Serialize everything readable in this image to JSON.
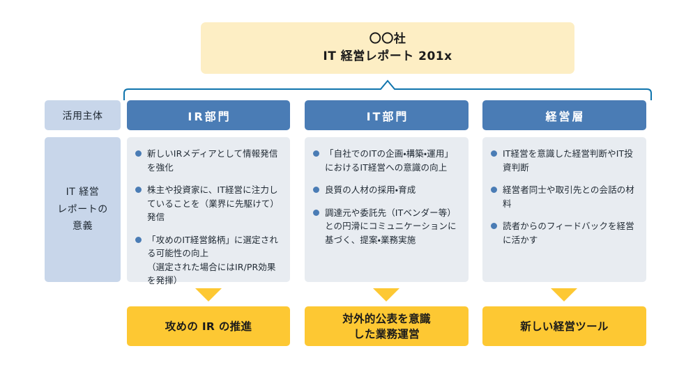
{
  "title": {
    "line1": "〇〇社",
    "line2": "IT 経営レポート 201x"
  },
  "row_labels": {
    "header": "活用主体",
    "body": "IT 経営\nレポートの\n意義"
  },
  "columns": [
    {
      "header": "IR部門",
      "bullets": [
        "新しいIRメディアとして情報発信を強化",
        "株主や投資家に、IT経営に注力していることを（業界に先駆けて）発信",
        "「攻めのIT経営銘柄」に選定される可能性の向上\n（選定された場合にはIR/PR効果を発揮）"
      ],
      "result": "攻めの IR の推進"
    },
    {
      "header": "IT部門",
      "bullets": [
        "「自社でのITの企画・構築・運用」におけるIT経営への意識の向上",
        "良質の人材の採用・育成",
        "調達元や委託先（ITベンダー等）との円滑にコミュニケーションに基づく、提案・業務実施"
      ],
      "result": "対外的公表を意識\nした業務運営"
    },
    {
      "header": "経営層",
      "bullets": [
        "IT経営を意識した経営判断やIT投資判断",
        "経営者同士や取引先との会話の材料",
        "読者からのフィードバックを経営に活かす"
      ],
      "result": "新しい経営ツール"
    }
  ],
  "colors": {
    "title_bg": "#fdeec4",
    "header_blue": "#4a7cb5",
    "label_blue": "#c8d6ea",
    "body_gray": "#e8ecf1",
    "accent_yellow": "#fdc833",
    "connector_line": "#0f74ad",
    "text_dark": "#1f2933"
  }
}
